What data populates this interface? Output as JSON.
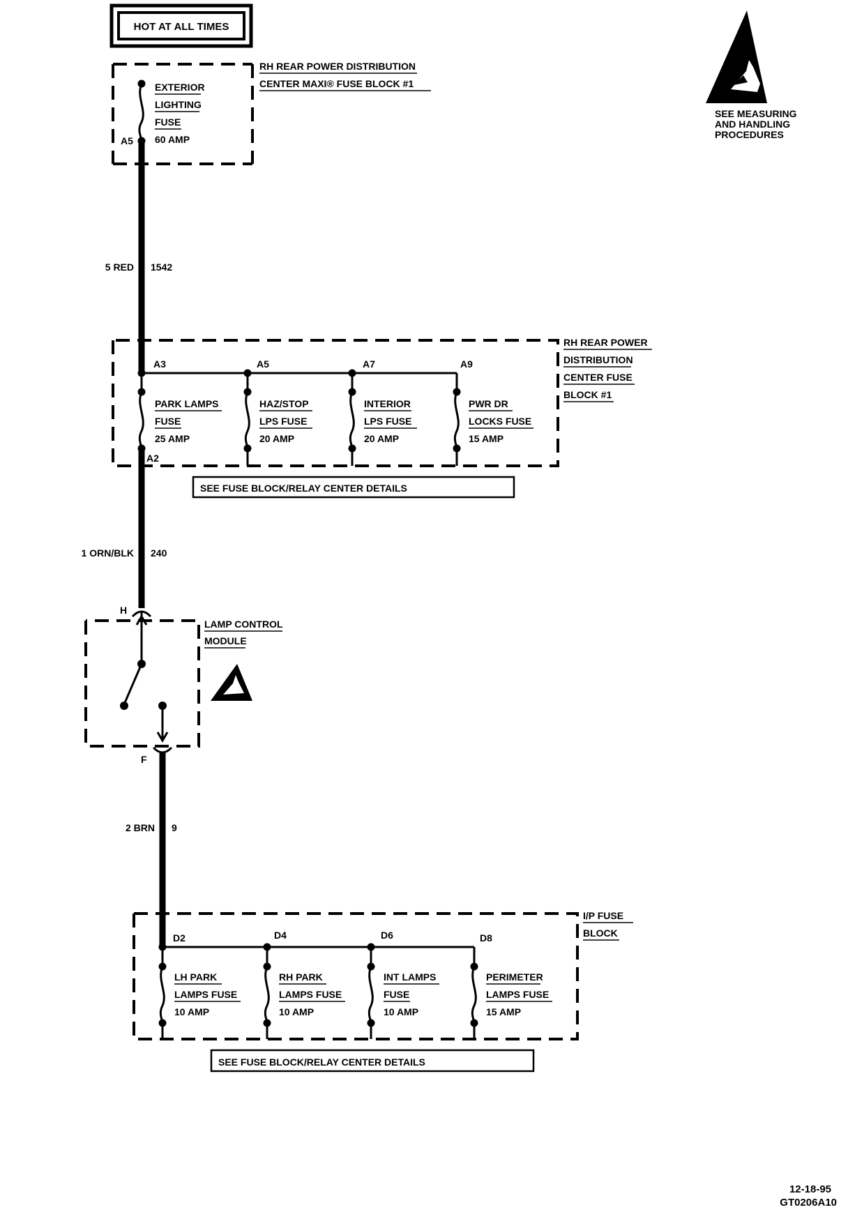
{
  "hot_label": "HOT AT ALL TIMES",
  "maxi_block": {
    "title_lines": [
      "RH REAR POWER DISTRIBUTION",
      "CENTER MAXI® FUSE BLOCK #1"
    ],
    "fuse_lines": [
      "EXTERIOR",
      "LIGHTING",
      "FUSE",
      "60 AMP"
    ],
    "terminal": "A5"
  },
  "esd_note": [
    "SEE MEASURING",
    "AND HANDLING",
    "PROCEDURES"
  ],
  "wire_1": {
    "size_color": "5 RED",
    "circuit": "1542"
  },
  "rear_fuse_block": {
    "title_lines": [
      "RH REAR POWER",
      "DISTRIBUTION",
      "CENTER FUSE",
      "BLOCK #1"
    ],
    "terminals": [
      "A3",
      "A5",
      "A7",
      "A9"
    ],
    "bottom_terminal": "A2",
    "fuses": [
      {
        "name1": "PARK LAMPS",
        "name2": "FUSE",
        "amp": "25 AMP"
      },
      {
        "name1": "HAZ/STOP",
        "name2": "LPS FUSE",
        "amp": "20 AMP"
      },
      {
        "name1": "INTERIOR",
        "name2": "LPS FUSE",
        "amp": "20 AMP"
      },
      {
        "name1": "PWR DR",
        "name2": "LOCKS FUSE",
        "amp": "15 AMP"
      }
    ],
    "details_box": "SEE FUSE BLOCK/RELAY CENTER DETAILS"
  },
  "wire_2": {
    "size_color": "1 ORN/BLK",
    "circuit": "240"
  },
  "lamp_module": {
    "title_lines": [
      "LAMP CONTROL",
      "MODULE"
    ],
    "top_terminal": "H",
    "bottom_terminal": "F"
  },
  "wire_3": {
    "size_color": "2 BRN",
    "circuit": "9"
  },
  "ip_fuse_block": {
    "title_lines": [
      "I/P FUSE",
      "BLOCK"
    ],
    "terminals": [
      "D2",
      "D4",
      "D6",
      "D8"
    ],
    "fuses": [
      {
        "name1": "LH PARK",
        "name2": "LAMPS FUSE",
        "amp": "10 AMP"
      },
      {
        "name1": "RH PARK",
        "name2": "LAMPS FUSE",
        "amp": "10 AMP"
      },
      {
        "name1": "INT LAMPS",
        "name2": "FUSE",
        "amp": "10 AMP"
      },
      {
        "name1": "PERIMETER",
        "name2": "LAMPS FUSE",
        "amp": "15 AMP"
      }
    ],
    "details_box": "SEE FUSE BLOCK/RELAY CENTER DETAILS"
  },
  "footer": {
    "date": "12-18-95",
    "code": "GT0206A10"
  }
}
